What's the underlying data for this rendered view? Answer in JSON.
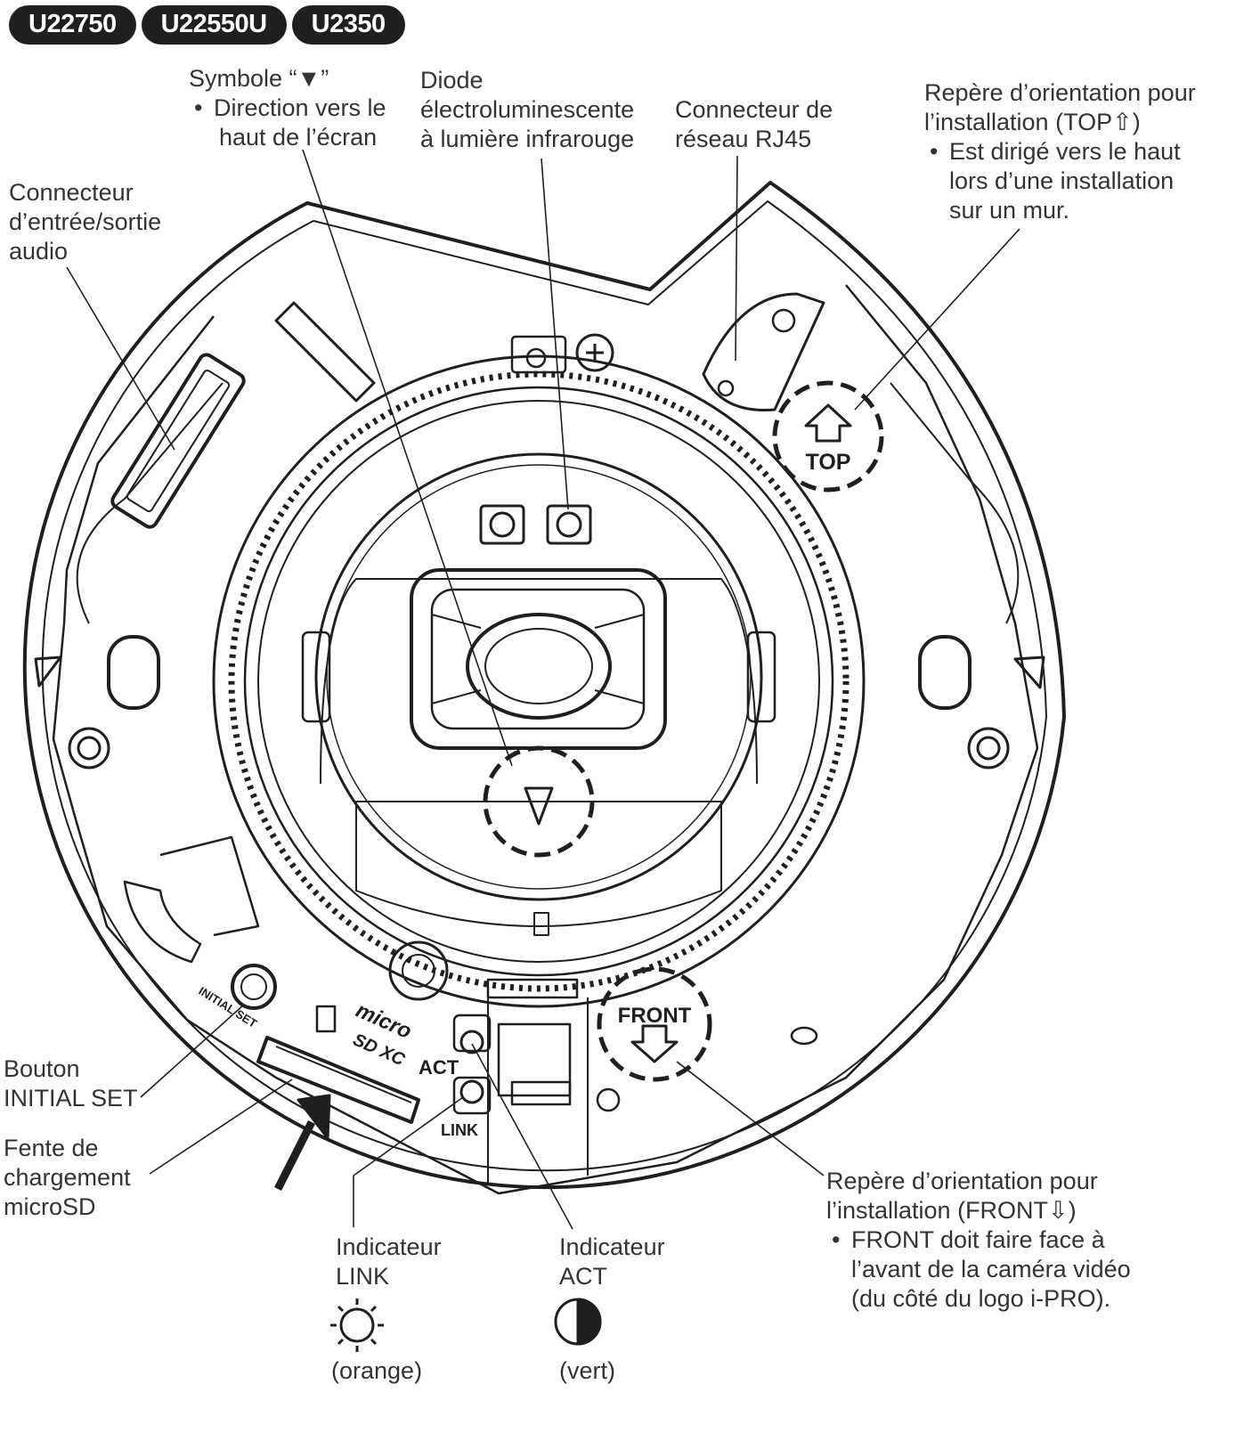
{
  "models": [
    "U22750",
    "U22550U",
    "U2350"
  ],
  "labels": {
    "symbol": {
      "title": "Symbole “▼”",
      "bullet_l1": "Direction vers le",
      "bullet_l2": "haut de l’écran"
    },
    "ir_led": {
      "l1": "Diode",
      "l2": "électroluminescente",
      "l3": "à lumière infrarouge"
    },
    "rj45": {
      "l1": "Connecteur de",
      "l2": "réseau RJ45"
    },
    "top_mark": {
      "l1": "Repère d’orientation pour",
      "l2": "l’installation  (TOP⇧)",
      "bullet_l1": "Est dirigé vers le haut",
      "bullet_l2": "lors d’une installation",
      "bullet_l3": "sur un mur."
    },
    "audio": {
      "l1": "Connecteur",
      "l2": "d’entrée/sortie",
      "l3": "audio"
    },
    "initial_set": {
      "l1": "Bouton",
      "l2": "INITIAL SET"
    },
    "microsd": {
      "l1": "Fente de",
      "l2": "chargement",
      "l3": "microSD"
    },
    "link": {
      "l1": "Indicateur",
      "l2": "LINK",
      "color": "(orange)"
    },
    "act": {
      "l1": "Indicateur",
      "l2": "ACT",
      "color": "(vert)"
    },
    "front_mark": {
      "l1": "Repère d’orientation pour",
      "l2": "l’installation (FRONT⇩)",
      "bullet_l1": "FRONT doit faire face à",
      "bullet_l2": "l’avant de la caméra vidéo",
      "bullet_l3": "(du côté du logo i-PRO)."
    }
  },
  "device_marks": {
    "top": "TOP",
    "front": "FRONT",
    "initial_set": "INITIAL SET",
    "micro": "micro",
    "sdxc": "SD XC",
    "act": "ACT",
    "link": "LINK"
  },
  "icons": {
    "link_indicator": "sun-icon",
    "act_indicator": "half-circle-icon",
    "insert_direction": "arrow-up-right-icon"
  },
  "colors": {
    "ink": "#1f1f1f",
    "text": "#333333"
  }
}
